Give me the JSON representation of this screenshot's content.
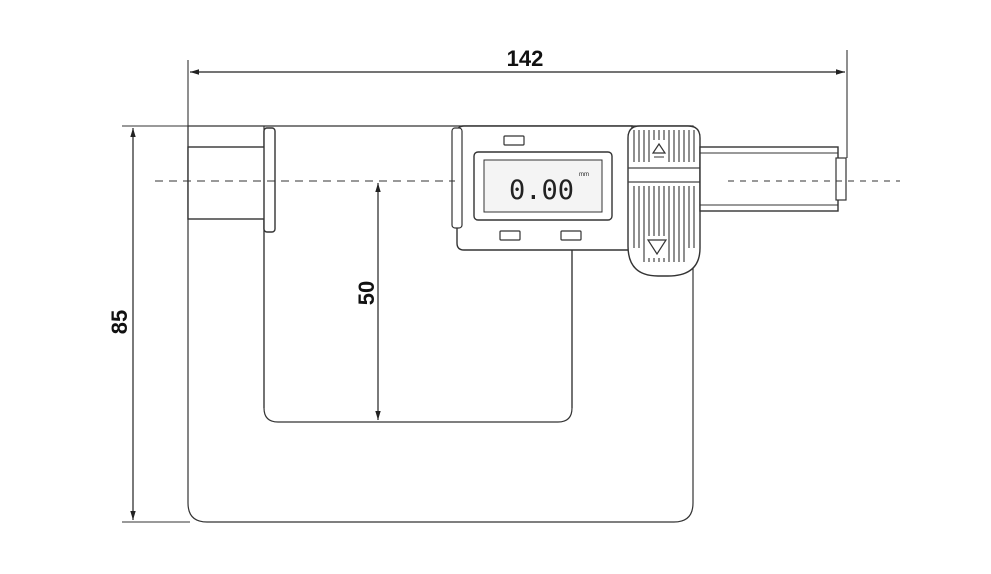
{
  "dimensions": {
    "overall_width": "142",
    "overall_height": "85",
    "throat_depth": "50"
  },
  "display": {
    "reading": "0.00",
    "unit": "mm"
  },
  "colors": {
    "line": "#333333",
    "fill": "#ffffff",
    "lcd_fill": "#f4f4f4"
  }
}
